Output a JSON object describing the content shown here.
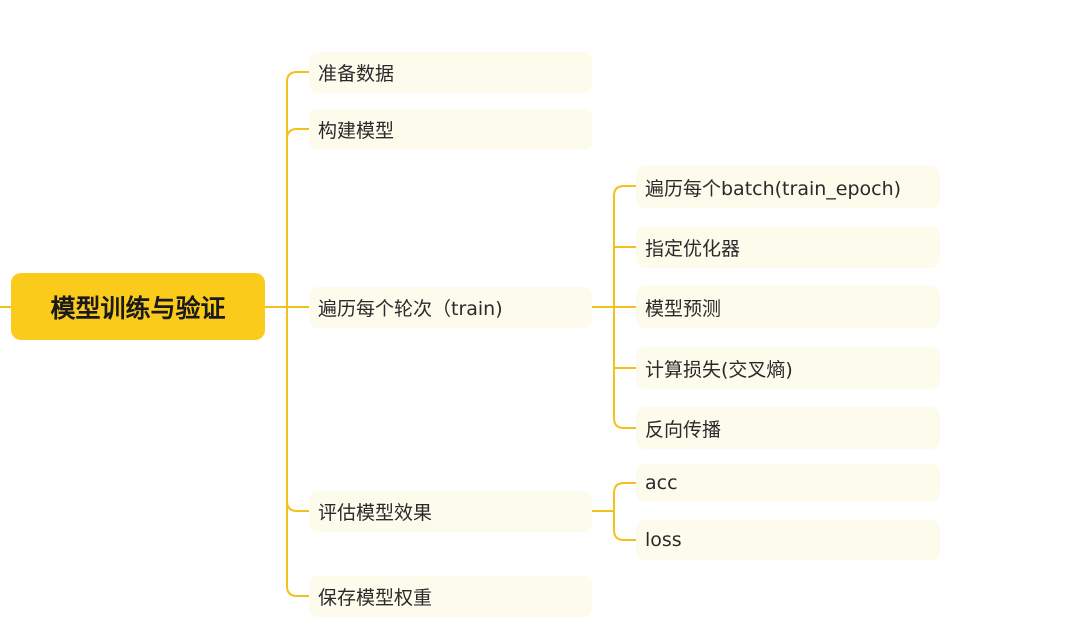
{
  "colors": {
    "root_fill": "#fbcb1c",
    "node_fill": "#fdfbec",
    "connector": "#f2c21a",
    "text": "#2a2a2a"
  },
  "mindmap": {
    "root": "模型训练与验证",
    "branches": [
      {
        "label": "准备数据",
        "children": []
      },
      {
        "label": "构建模型",
        "children": []
      },
      {
        "label": "遍历每个轮次（train)",
        "children": [
          "遍历每个batch(train_epoch)",
          "指定优化器",
          "模型预测",
          "计算损失(交叉熵)",
          "反向传播"
        ]
      },
      {
        "label": "评估模型效果",
        "children": [
          "acc",
          "loss"
        ]
      },
      {
        "label": "保存模型权重",
        "children": []
      }
    ]
  }
}
